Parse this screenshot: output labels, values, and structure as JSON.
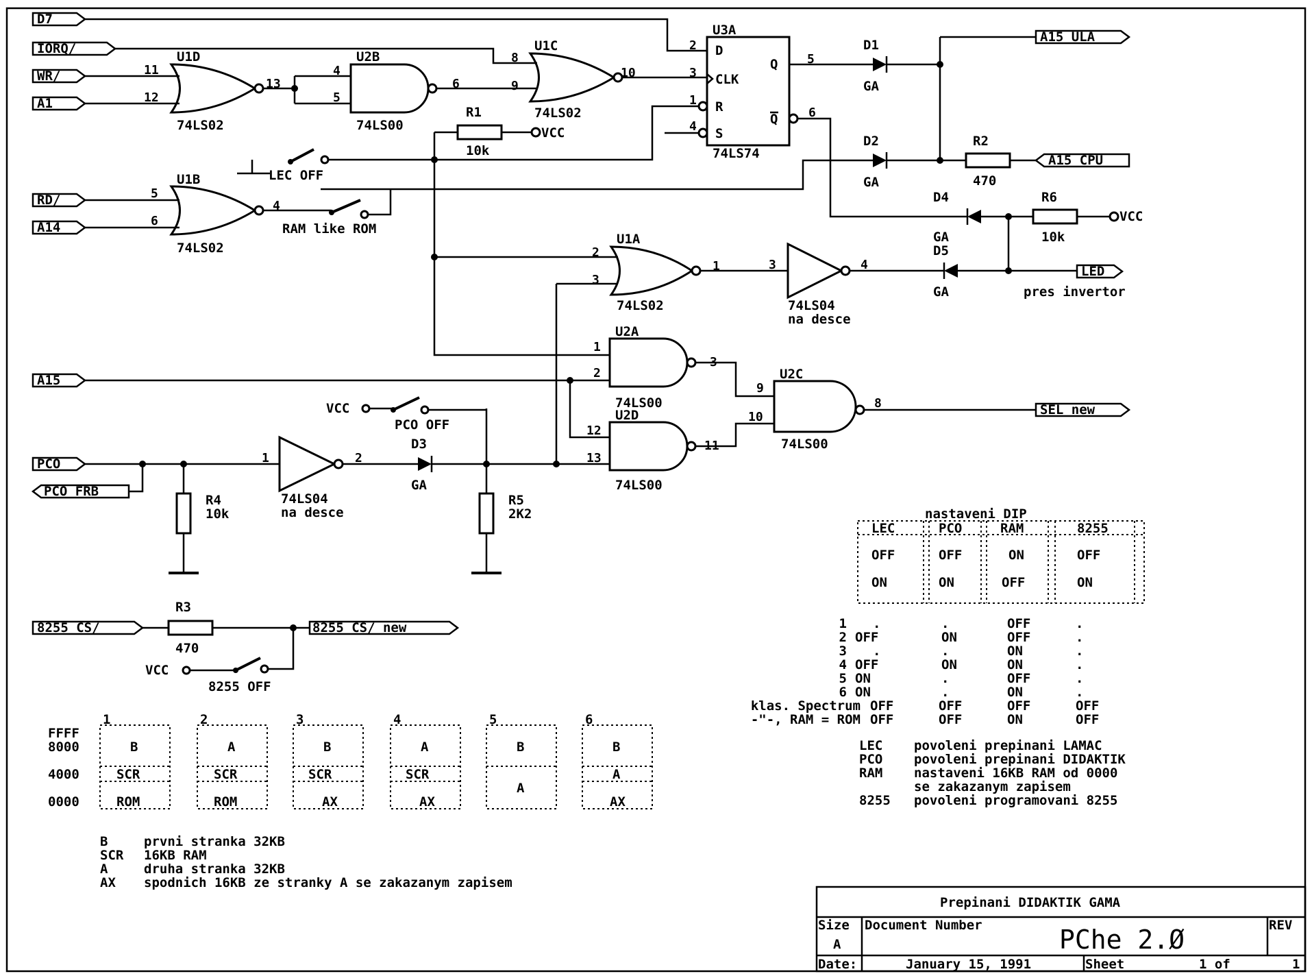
{
  "ports": {
    "d7": "D7",
    "iorq": "IORQ/",
    "wr": "WR/",
    "a1": "A1",
    "rd": "RD/",
    "a14": "A14",
    "a15": "A15",
    "pco": "PCO",
    "pco_frb": "PCO FRB",
    "cs8255": "8255 CS/",
    "cs8255_new": "8255 CS/ new",
    "a15_ula": "A15 ULA",
    "a15_cpu": "A15 CPU",
    "led": "LED",
    "sel_new": "SEL new"
  },
  "gates": {
    "u1d": {
      "ref": "U1D",
      "part": "74LS02",
      "pins": [
        "11",
        "12",
        "13"
      ]
    },
    "u2b": {
      "ref": "U2B",
      "part": "74LS00",
      "pins": [
        "4",
        "5",
        "6"
      ]
    },
    "u1c": {
      "ref": "U1C",
      "part": "74LS02",
      "pins": [
        "8",
        "9",
        "10"
      ]
    },
    "u3a": {
      "ref": "U3A",
      "part": "74LS74",
      "pins": [
        "2",
        "3",
        "1",
        "4",
        "5",
        "6"
      ],
      "d": "D",
      "clk": "CLK",
      "r": "R",
      "s": "S",
      "q": "Q",
      "qn": "Q"
    },
    "u1b": {
      "ref": "U1B",
      "part": "74LS02",
      "pins": [
        "5",
        "6",
        "4"
      ]
    },
    "u1a": {
      "ref": "U1A",
      "part": "74LS02",
      "pins": [
        "2",
        "3",
        "1"
      ]
    },
    "inv1": {
      "part": "74LS04",
      "note": "na desce",
      "pins": [
        "3",
        "4"
      ]
    },
    "u2a": {
      "ref": "U2A",
      "part": "74LS00",
      "pins": [
        "1",
        "2",
        "3"
      ]
    },
    "u2d": {
      "ref": "U2D",
      "part": "74LS00",
      "pins": [
        "12",
        "13",
        "11"
      ]
    },
    "u2c": {
      "ref": "U2C",
      "part": "74LS00",
      "pins": [
        "9",
        "10",
        "8"
      ]
    },
    "inv2": {
      "part": "74LS04",
      "note": "na desce",
      "pins": [
        "1",
        "2"
      ]
    }
  },
  "parts": {
    "r1": {
      "ref": "R1",
      "val": "10k"
    },
    "r2": {
      "ref": "R2",
      "val": "470"
    },
    "r3": {
      "ref": "R3",
      "val": "470"
    },
    "r4": {
      "ref": "R4",
      "val": "10k"
    },
    "r5": {
      "ref": "R5",
      "val": "2K2"
    },
    "r6": {
      "ref": "R6",
      "val": "10k"
    },
    "d1": {
      "ref": "D1",
      "val": "GA"
    },
    "d2": {
      "ref": "D2",
      "val": "GA"
    },
    "d3": {
      "ref": "D3",
      "val": "GA"
    },
    "d4": {
      "ref": "D4",
      "val": "GA"
    },
    "d5": {
      "ref": "D5",
      "val": "GA"
    }
  },
  "switches": {
    "lec": "LEC  OFF",
    "ram": "RAM like ROM",
    "pco": "PCO  OFF",
    "s8255": "8255  OFF"
  },
  "vcc": "VCC",
  "led_note": "pres invertor",
  "dip": {
    "title": "nastaveni DIP",
    "headers": [
      "LEC",
      "PCO",
      "RAM",
      "8255"
    ],
    "rows": [
      [
        "OFF",
        "OFF",
        "ON",
        "OFF"
      ],
      [
        "ON",
        "ON",
        "OFF",
        "ON"
      ]
    ]
  },
  "config": {
    "rows": [
      {
        "label": "1",
        "v": [
          ".",
          ".",
          "OFF",
          "."
        ]
      },
      {
        "label": "2",
        "v": [
          "OFF",
          "ON",
          "OFF",
          "."
        ]
      },
      {
        "label": "3",
        "v": [
          ".",
          ".",
          "ON",
          "."
        ]
      },
      {
        "label": "4",
        "v": [
          "OFF",
          "ON",
          "ON",
          "."
        ]
      },
      {
        "label": "5",
        "v": [
          "ON",
          ".",
          "OFF",
          "."
        ]
      },
      {
        "label": "6",
        "v": [
          "ON",
          ".",
          "ON",
          "."
        ]
      },
      {
        "label": "klas. Spectrum",
        "v": [
          "OFF",
          "OFF",
          "OFF",
          "OFF"
        ]
      },
      {
        "label": "-\"-, RAM = ROM",
        "v": [
          "OFF",
          "OFF",
          "ON",
          "OFF"
        ]
      }
    ]
  },
  "legend": [
    {
      "k": "LEC",
      "v": "povoleni prepinani LAMAC"
    },
    {
      "k": "PCO",
      "v": "povoleni prepinani DIDAKTIK"
    },
    {
      "k": "RAM",
      "v": "nastaveni 16KB RAM od 0000"
    },
    {
      "k": "",
      "v": "se zakazanym zapisem"
    },
    {
      "k": "8255",
      "v": "povoleni programovani 8255"
    }
  ],
  "memmap": {
    "addrs": [
      "FFFF",
      "8000",
      "4000",
      "0000"
    ],
    "cols": [
      {
        "n": "1",
        "top": "B",
        "mid": "SCR",
        "bot": "ROM"
      },
      {
        "n": "2",
        "top": "A",
        "mid": "SCR",
        "bot": "ROM"
      },
      {
        "n": "3",
        "top": "B",
        "mid": "SCR",
        "bot": "AX"
      },
      {
        "n": "4",
        "top": "A",
        "mid": "SCR",
        "bot": "AX"
      },
      {
        "n": "5",
        "top": "B",
        "mid": "",
        "bot": "A"
      },
      {
        "n": "6",
        "top": "B",
        "mid": "A",
        "bot": "AX"
      }
    ]
  },
  "memlegend": [
    {
      "k": "B",
      "v": "prvni stranka 32KB"
    },
    {
      "k": "SCR",
      "v": "16KB RAM"
    },
    {
      "k": "A",
      "v": "druha stranka 32KB"
    },
    {
      "k": "AX",
      "v": "spodnich 16KB ze stranky A se zakazanym zapisem"
    }
  ],
  "title_block": {
    "title": "Prepinani DIDAKTIK GAMA",
    "size_label": "Size",
    "size": "A",
    "docnum_label": "Document Number",
    "docnum": "PChe 2.Ø",
    "rev_label": "REV",
    "date_label": "Date:",
    "date": "January 15, 1991",
    "sheet_label": "Sheet",
    "sheet": "1 of",
    "sheet_total": "1"
  }
}
